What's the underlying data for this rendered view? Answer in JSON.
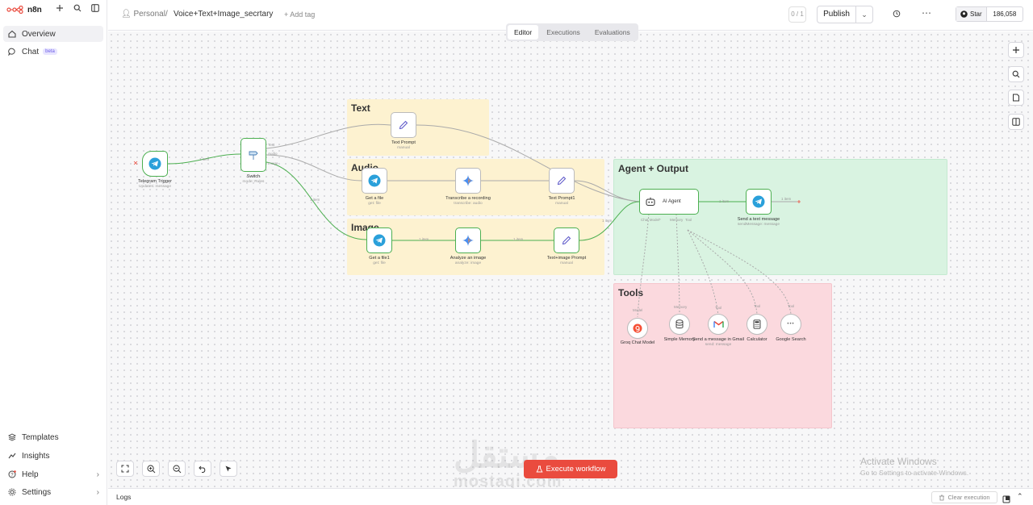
{
  "app": {
    "name": "n8n"
  },
  "sidebar": {
    "items": [
      {
        "label": "Overview"
      },
      {
        "label": "Chat",
        "badge": "beta"
      }
    ],
    "bottom": [
      {
        "label": "Templates"
      },
      {
        "label": "Insights"
      },
      {
        "label": "Help"
      },
      {
        "label": "Settings"
      }
    ]
  },
  "header": {
    "project": "Personal",
    "separator": "/",
    "workflow_name": "Voice+Text+Image_secrtary",
    "add_tag": "+ Add tag",
    "counter": "0 / 1",
    "publish": "Publish",
    "github_star": "Star",
    "github_count": "186,058"
  },
  "tabs": [
    {
      "label": "Editor",
      "active": true
    },
    {
      "label": "Executions"
    },
    {
      "label": "Evaluations"
    }
  ],
  "groups": {
    "text": "Text",
    "audio": "Audio",
    "image": "Image",
    "agent": "Agent + Output",
    "tools": "Tools"
  },
  "nodes": {
    "telegram_trigger": {
      "label": "Telegram Trigger",
      "sub": "Updates: message"
    },
    "switch": {
      "label": "Switch",
      "sub": "mode: Rules"
    },
    "text_prompt": {
      "label": "Text Prompt",
      "sub": "manual"
    },
    "get_file_audio": {
      "label": "Get a file",
      "sub": "get: file"
    },
    "transcribe": {
      "label": "Transcribe a recording",
      "sub": "transcribe: audio"
    },
    "text_prompt1": {
      "label": "Text Prompt1",
      "sub": "manual"
    },
    "get_file_image": {
      "label": "Get a file1",
      "sub": "get: file"
    },
    "analyze_image": {
      "label": "Analyze an image",
      "sub": "analyze: image"
    },
    "text_image_prompt": {
      "label": "Text+image Prompt",
      "sub": "manual"
    },
    "ai_agent": {
      "label": "AI Agent"
    },
    "send_text": {
      "label": "Send a text message",
      "sub": "sendMessage: message"
    },
    "groq": {
      "label": "Groq Chat Model"
    },
    "memory": {
      "label": "Simple Memory"
    },
    "gmail": {
      "label": "Send a message in Gmail",
      "sub": "send: message"
    },
    "calculator": {
      "label": "Calculator"
    },
    "google_search": {
      "label": "Google Search"
    }
  },
  "connections": {
    "switch_out": [
      "Text",
      "Audio",
      "Image"
    ],
    "item_label": "1 item",
    "agent_ports": [
      "Chat Model*",
      "Memory",
      "Tool"
    ],
    "tool_ports": [
      "Model",
      "Memory",
      "Tool",
      "Tool",
      "Tool"
    ]
  },
  "actions": {
    "execute": "Execute workflow",
    "logs": "Logs",
    "clear_execution": "Clear execution"
  },
  "overlay": {
    "watermark_arabic": "مستقل",
    "watermark_latin": "mostaqi.com",
    "activate_title": "Activate Windows",
    "activate_sub": "Go to Settings to activate Windows."
  },
  "colors": {
    "accent": "#ea4b3e",
    "success": "#4caf50",
    "telegram": "#2aa0da"
  }
}
